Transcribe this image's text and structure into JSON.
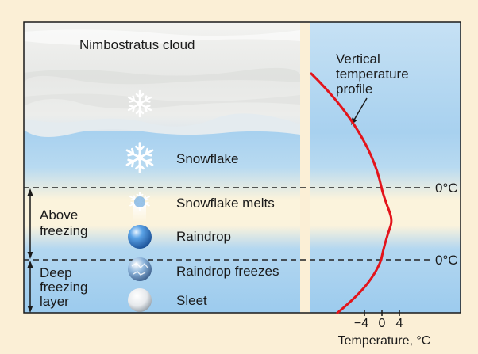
{
  "cloud_label": "Nimbostratus cloud",
  "profile_label": [
    "Vertical",
    "temperature",
    "profile"
  ],
  "stages": [
    {
      "label": "Snowflake"
    },
    {
      "label": "Snowflake melts"
    },
    {
      "label": "Raindrop"
    },
    {
      "label": "Raindrop freezes"
    },
    {
      "label": "Sleet"
    }
  ],
  "zones": {
    "above_freezing": [
      "Above",
      "freezing"
    ],
    "deep_freezing": [
      "Deep",
      "freezing",
      "layer"
    ]
  },
  "freezing_level_labels": [
    "0°C",
    "0°C"
  ],
  "temperature_axis": {
    "ticks": [
      "−4",
      "0",
      "4"
    ],
    "label": "Temperature, °C"
  },
  "colors": {
    "background": "#fbefd6",
    "sky": "#a9d2ef",
    "warm_layer": "#fff6dc",
    "profile_line": "#e3141b"
  },
  "icons": [
    "snowflake-icon",
    "raindrop-icon",
    "ice-pellet-icon"
  ]
}
